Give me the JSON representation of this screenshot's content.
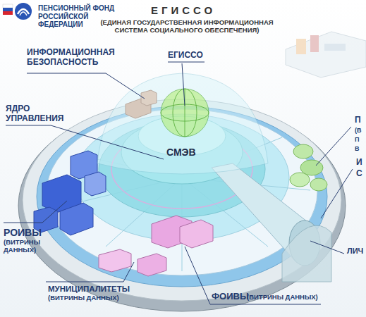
{
  "diagram": {
    "title": "ЕГИССО",
    "labels": [
      "ПЕНСИОННЫЙ ФОНД РОССИЙСКОЙ ФЕДЕРАЦИИ",
      "(ЕДИНАЯ ГОСУДАРСТВЕННАЯ ИНФОРМАЦИОННАЯ СИСТЕМА СОЦИАЛЬНОГО ОБЕСПЕЧЕНИЯ)",
      "ИНФОРМАЦИОННАЯ БЕЗОПАСНОСТЬ",
      "ЕГИССО",
      "ЯДРО УПРАВЛЕНИЯ",
      "СМЭВ",
      "РОИВЫ",
      "(ВИТРИНЫ ДАННЫХ)",
      "МУНИЦИПАЛИТЕТЫ",
      "(ВИТРИНЫ ДАННЫХ)",
      "ФОИВЫ",
      "(ВИТРИНЫ ДАННЫХ)",
      "П",
      "(В",
      "П",
      "В",
      "И",
      "С",
      "ЛИЧ"
    ]
  }
}
